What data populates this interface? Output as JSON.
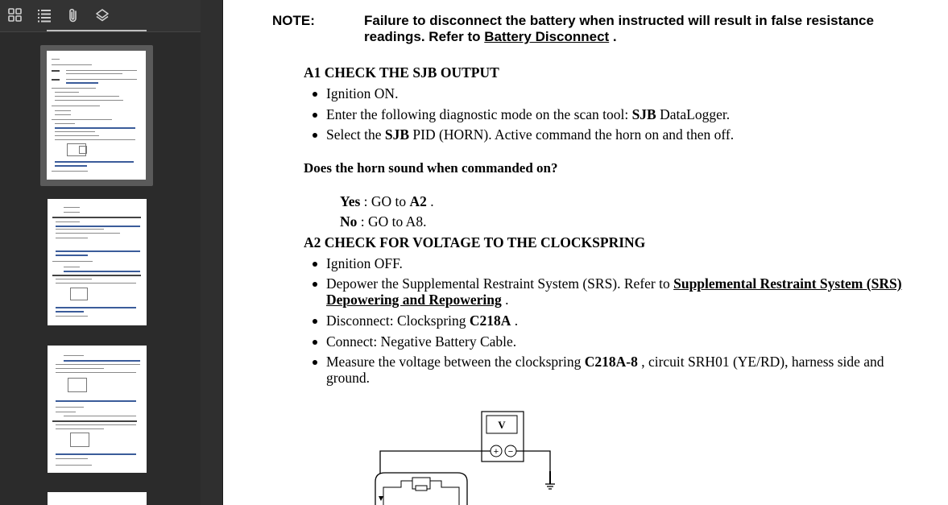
{
  "sidebar": {
    "toolbar": {
      "thumbnails_icon": "thumbnails-icon",
      "outline_icon": "outline-icon",
      "attachments_icon": "paperclip-icon",
      "layers_icon": "layers-icon"
    }
  },
  "document": {
    "note": {
      "label": "NOTE:",
      "text_before": "Failure to disconnect the battery when instructed will result in false resistance readings. Refer to ",
      "link": "Battery Disconnect",
      "text_after": " ."
    },
    "a1": {
      "heading": "A1 CHECK THE SJB OUTPUT",
      "b1": "Ignition ON.",
      "b2_pre": "Enter the following diagnostic mode on the scan tool: ",
      "b2_bold": "SJB",
      "b2_post": " DataLogger.",
      "b3_pre": "Select the ",
      "b3_bold": "SJB",
      "b3_post": " PID (HORN). Active command the horn on and then off.",
      "question": "Does the horn sound when commanded on?",
      "yes_label": "Yes",
      "yes_pre": " : GO to ",
      "yes_target": "A2",
      "yes_post": " .",
      "no_label": "No",
      "no_text": " : GO to A8."
    },
    "a2": {
      "heading": "A2 CHECK FOR VOLTAGE TO THE CLOCKSPRING",
      "b1": "Ignition OFF.",
      "b2_pre": "Depower the Supplemental Restraint System (SRS). Refer to ",
      "b2_link": "Supplemental Restraint System (SRS) Depowering and Repowering",
      "b2_post": " .",
      "b3_pre": "Disconnect: Clockspring ",
      "b3_bold": "C218A",
      "b3_post": " .",
      "b4": "Connect: Negative Battery Cable.",
      "b5_pre": "Measure the voltage between the clockspring ",
      "b5_bold": "C218A-8",
      "b5_post": " , circuit SRH01 (YE/RD), harness side and ground."
    },
    "diagram": {
      "meter_symbol": "V",
      "plus": "+",
      "minus": "−"
    }
  }
}
